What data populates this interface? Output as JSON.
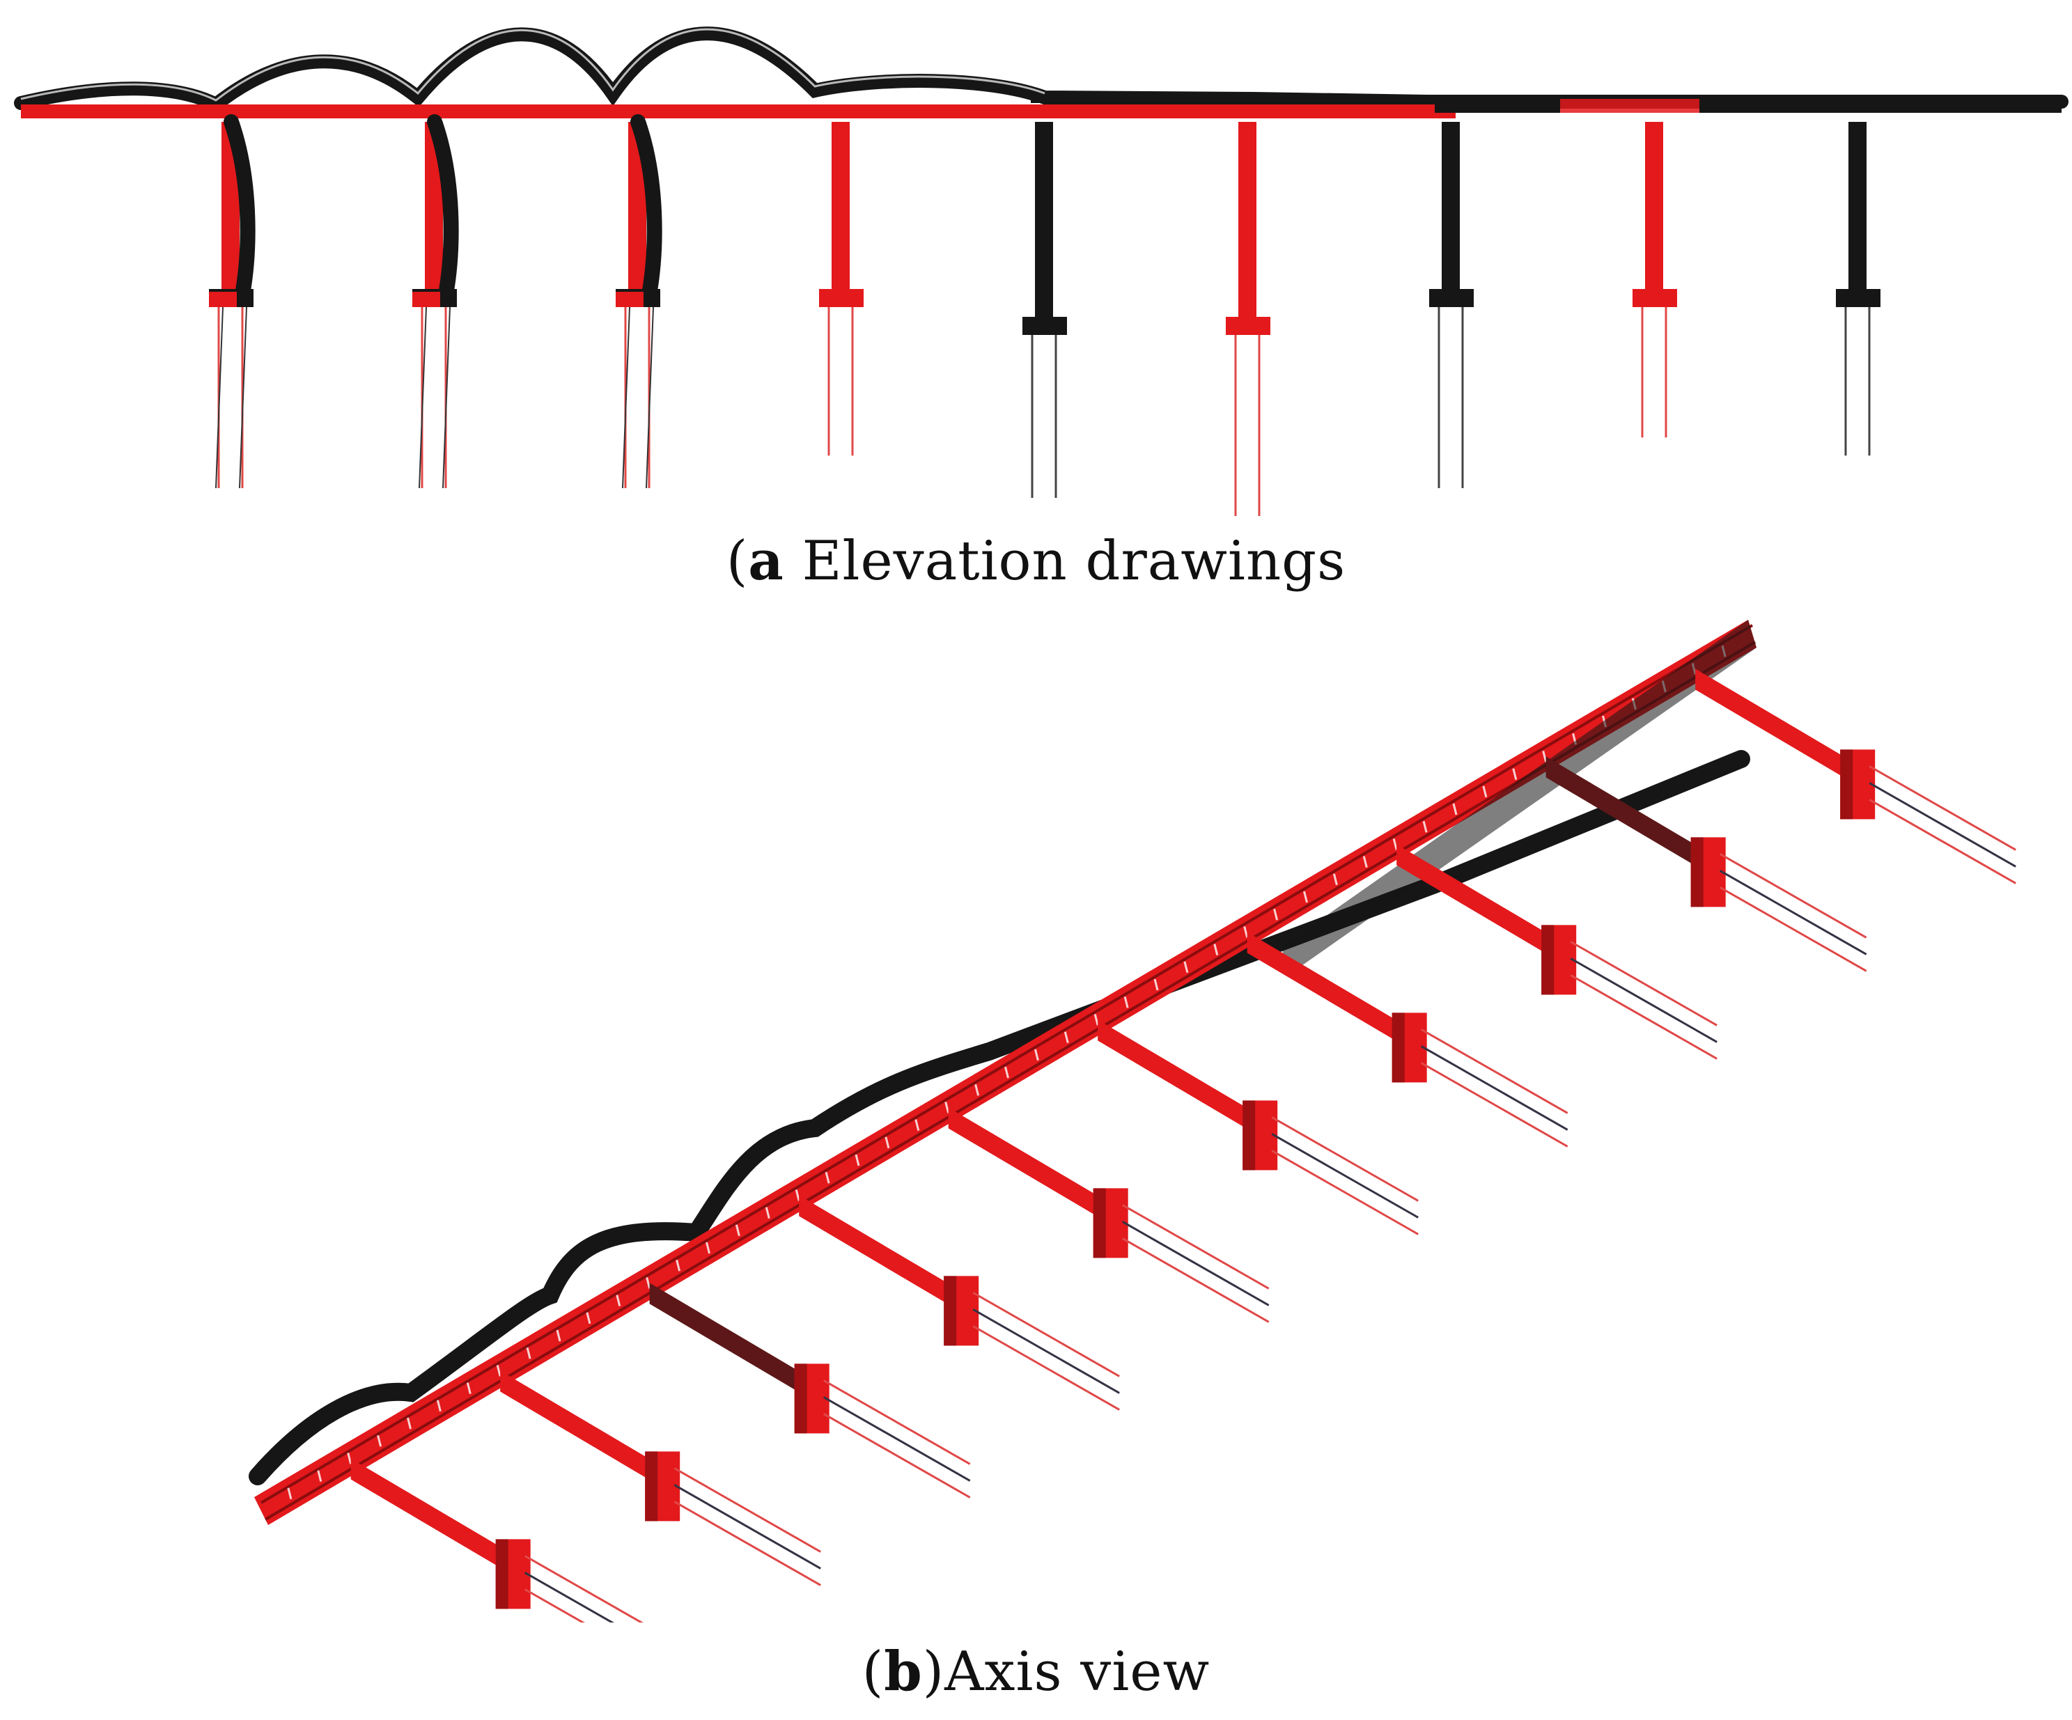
{
  "panels": [
    {
      "id": "a",
      "caption": {
        "letter": "a",
        "text": " Elevation drawings"
      },
      "view": "elevation",
      "piers": [
        {
          "color": "red-black",
          "deformed": true,
          "pile_depth": 1.0
        },
        {
          "color": "red-black",
          "deformed": true,
          "pile_depth": 1.0
        },
        {
          "color": "red-black",
          "deformed": true,
          "pile_depth": 1.0
        },
        {
          "color": "red",
          "deformed": false,
          "pile_depth": 0.82
        },
        {
          "color": "black",
          "deformed": false,
          "pile_depth": 0.9
        },
        {
          "color": "red",
          "deformed": false,
          "pile_depth": 1.0
        },
        {
          "color": "black",
          "deformed": false,
          "pile_depth": 1.0
        },
        {
          "color": "red",
          "deformed": false,
          "pile_depth": 0.72
        },
        {
          "color": "black",
          "deformed": false,
          "pile_depth": 0.82
        }
      ],
      "deck_arches": 4
    },
    {
      "id": "b",
      "caption": {
        "letter": "b",
        "text": ")Axis view"
      },
      "view": "axonometric",
      "bents": 10,
      "deck_arches": 4
    }
  ],
  "colors": {
    "original": "#e3191c",
    "deformed": "#161616",
    "pile_red": "#e04848",
    "pile_dark": "#333344",
    "background": "#ffffff"
  }
}
